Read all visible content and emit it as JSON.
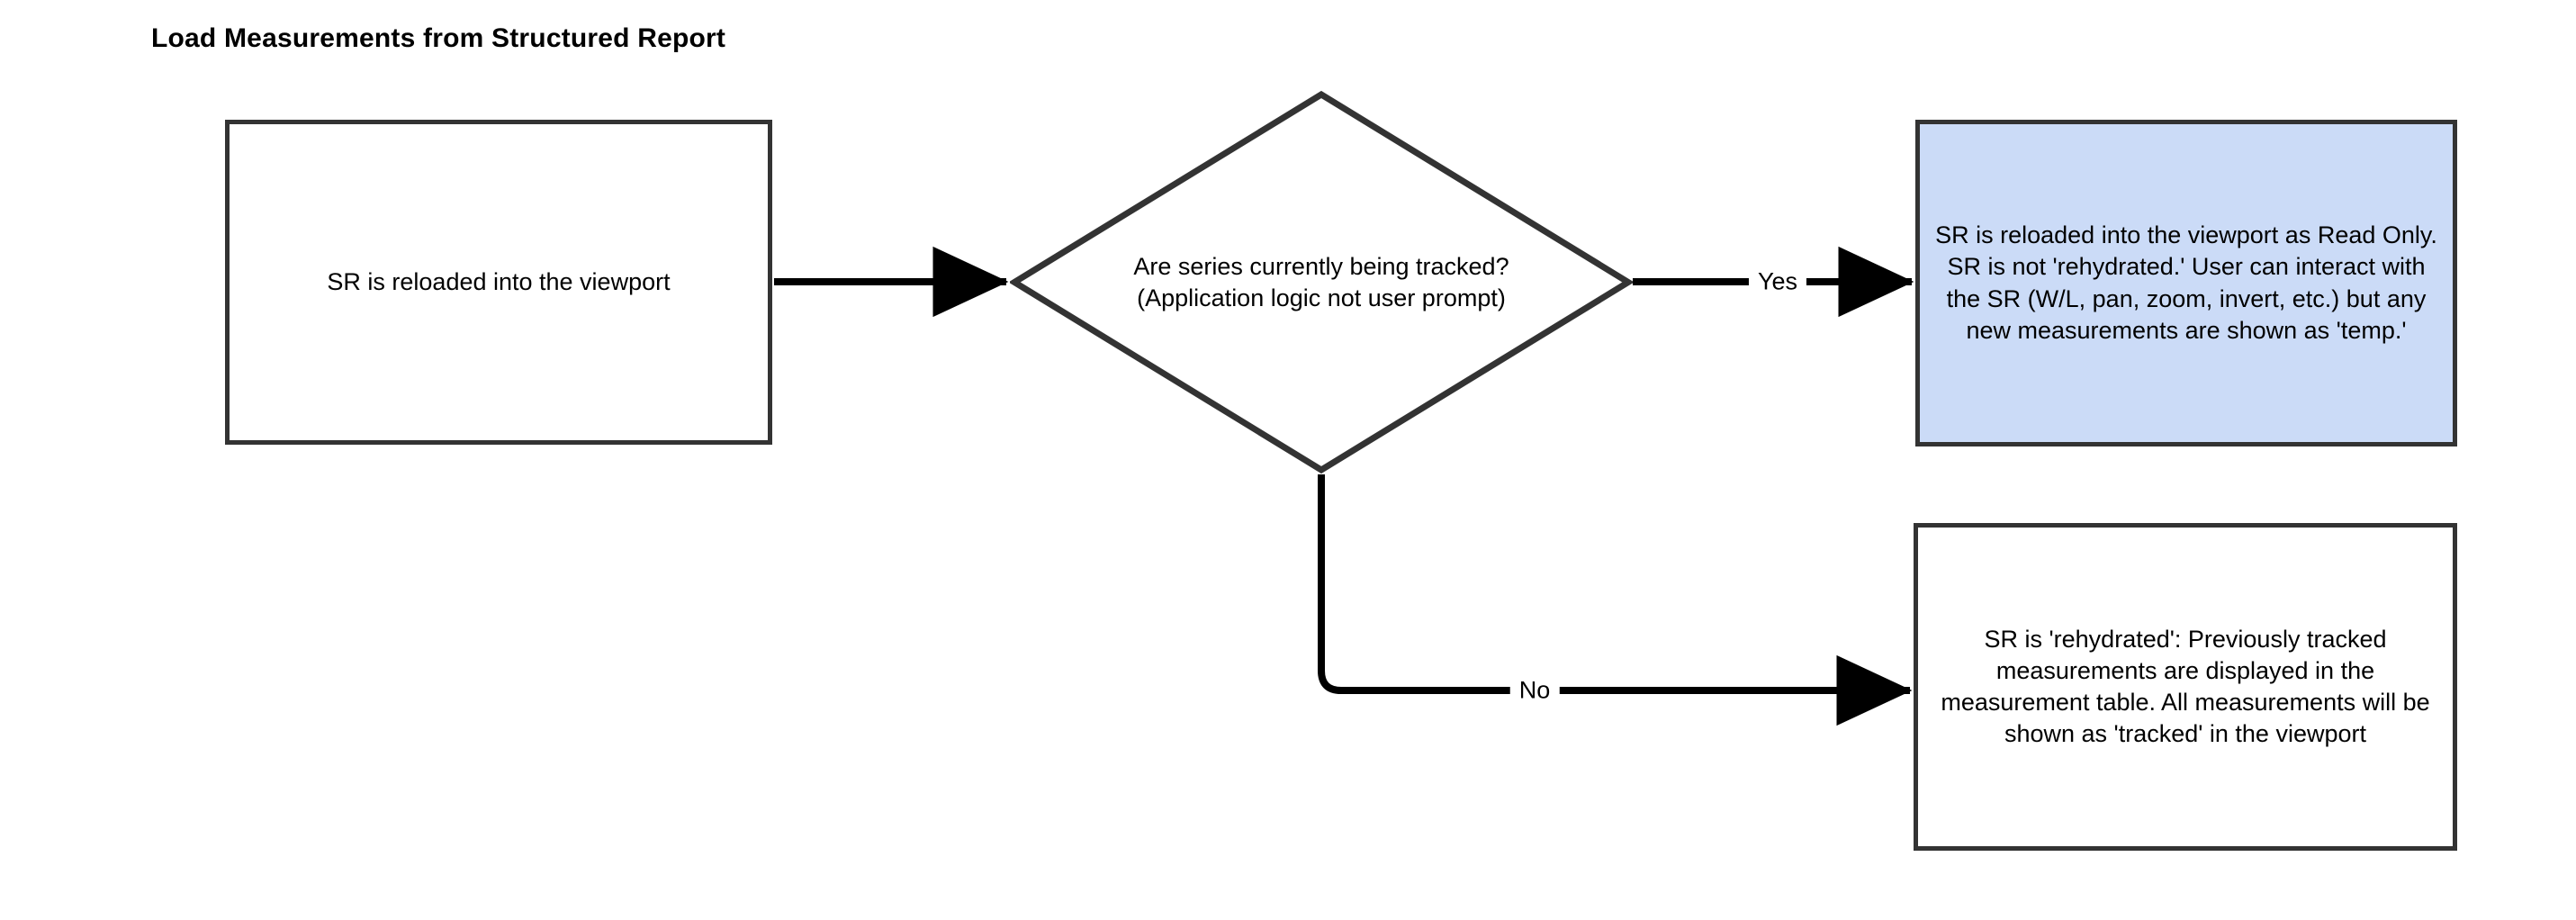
{
  "diagram": {
    "title": "Load Measurements from Structured Report",
    "type": "flowchart",
    "colors": {
      "stroke": "#333333",
      "highlight_fill": "#cbdbf7",
      "node_fill": "#ffffff",
      "text": "#000000",
      "background": "#ffffff"
    },
    "nodes": {
      "start": {
        "shape": "rectangle",
        "text": "SR is reloaded into the viewport",
        "fill": "#ffffff"
      },
      "decision": {
        "shape": "diamond",
        "text": "Are series currently being tracked?\n(Application logic not user prompt)",
        "fill": "#ffffff"
      },
      "read_only": {
        "shape": "rectangle",
        "text": "SR is reloaded into the viewport as Read Only.\nSR is not 'rehydrated.' User can interact with the SR (W/L, pan, zoom, invert, etc.) but any new measurements are shown as 'temp.'",
        "fill": "#cbdbf7"
      },
      "rehydrated": {
        "shape": "rectangle",
        "text": "SR is 'rehydrated': Previously tracked measurements are displayed in the measurement table. All measurements will be shown as 'tracked' in the viewport",
        "fill": "#ffffff"
      }
    },
    "edges": [
      {
        "from": "start",
        "to": "decision",
        "label": ""
      },
      {
        "from": "decision",
        "to": "read_only",
        "label": "Yes"
      },
      {
        "from": "decision",
        "to": "rehydrated",
        "label": "No"
      }
    ]
  }
}
